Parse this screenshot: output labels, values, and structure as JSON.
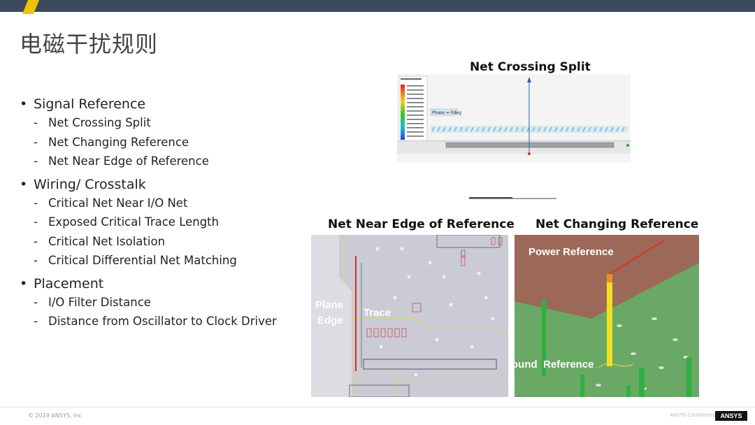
{
  "title": "电磁干扰规则",
  "bullets": [
    {
      "label": "Signal Reference",
      "items": [
        "Net Crossing Split",
        "Net Changing Reference",
        "Net Near Edge of Reference"
      ]
    },
    {
      "label": "Wiring/ Crosstalk",
      "items": [
        "Critical Net Near I/O Net",
        "Exposed Critical Trace Length",
        "Critical Net Isolation",
        "Critical Differential Net Matching"
      ]
    },
    {
      "label": "Placement",
      "items": [
        "I/O Filter Distance",
        "Distance from Oscillator to Clock Driver"
      ]
    }
  ],
  "figures": {
    "crossing_split": {
      "caption": "Net Crossing Split",
      "phase_label": "Phase = 0deg"
    },
    "near_edge": {
      "caption": "Net Near Edge of Reference",
      "plane_label_1": "Plane",
      "plane_label_2": "Edge",
      "trace_label": "Trace"
    },
    "changing_ref": {
      "caption": "Net Changing Reference",
      "power_label": "Power Reference",
      "ground_label": "ound  Reference"
    }
  },
  "footer": {
    "copyright": "© 2019 ANSYS, Inc.",
    "confidential": "ANSYS Confidential",
    "logo": "ANSYS"
  },
  "colors": {
    "topbar": "#3c4a5e",
    "accent": "#f2c300",
    "power_plane": "#9a6455",
    "ground_plane": "#5f9a5a"
  }
}
